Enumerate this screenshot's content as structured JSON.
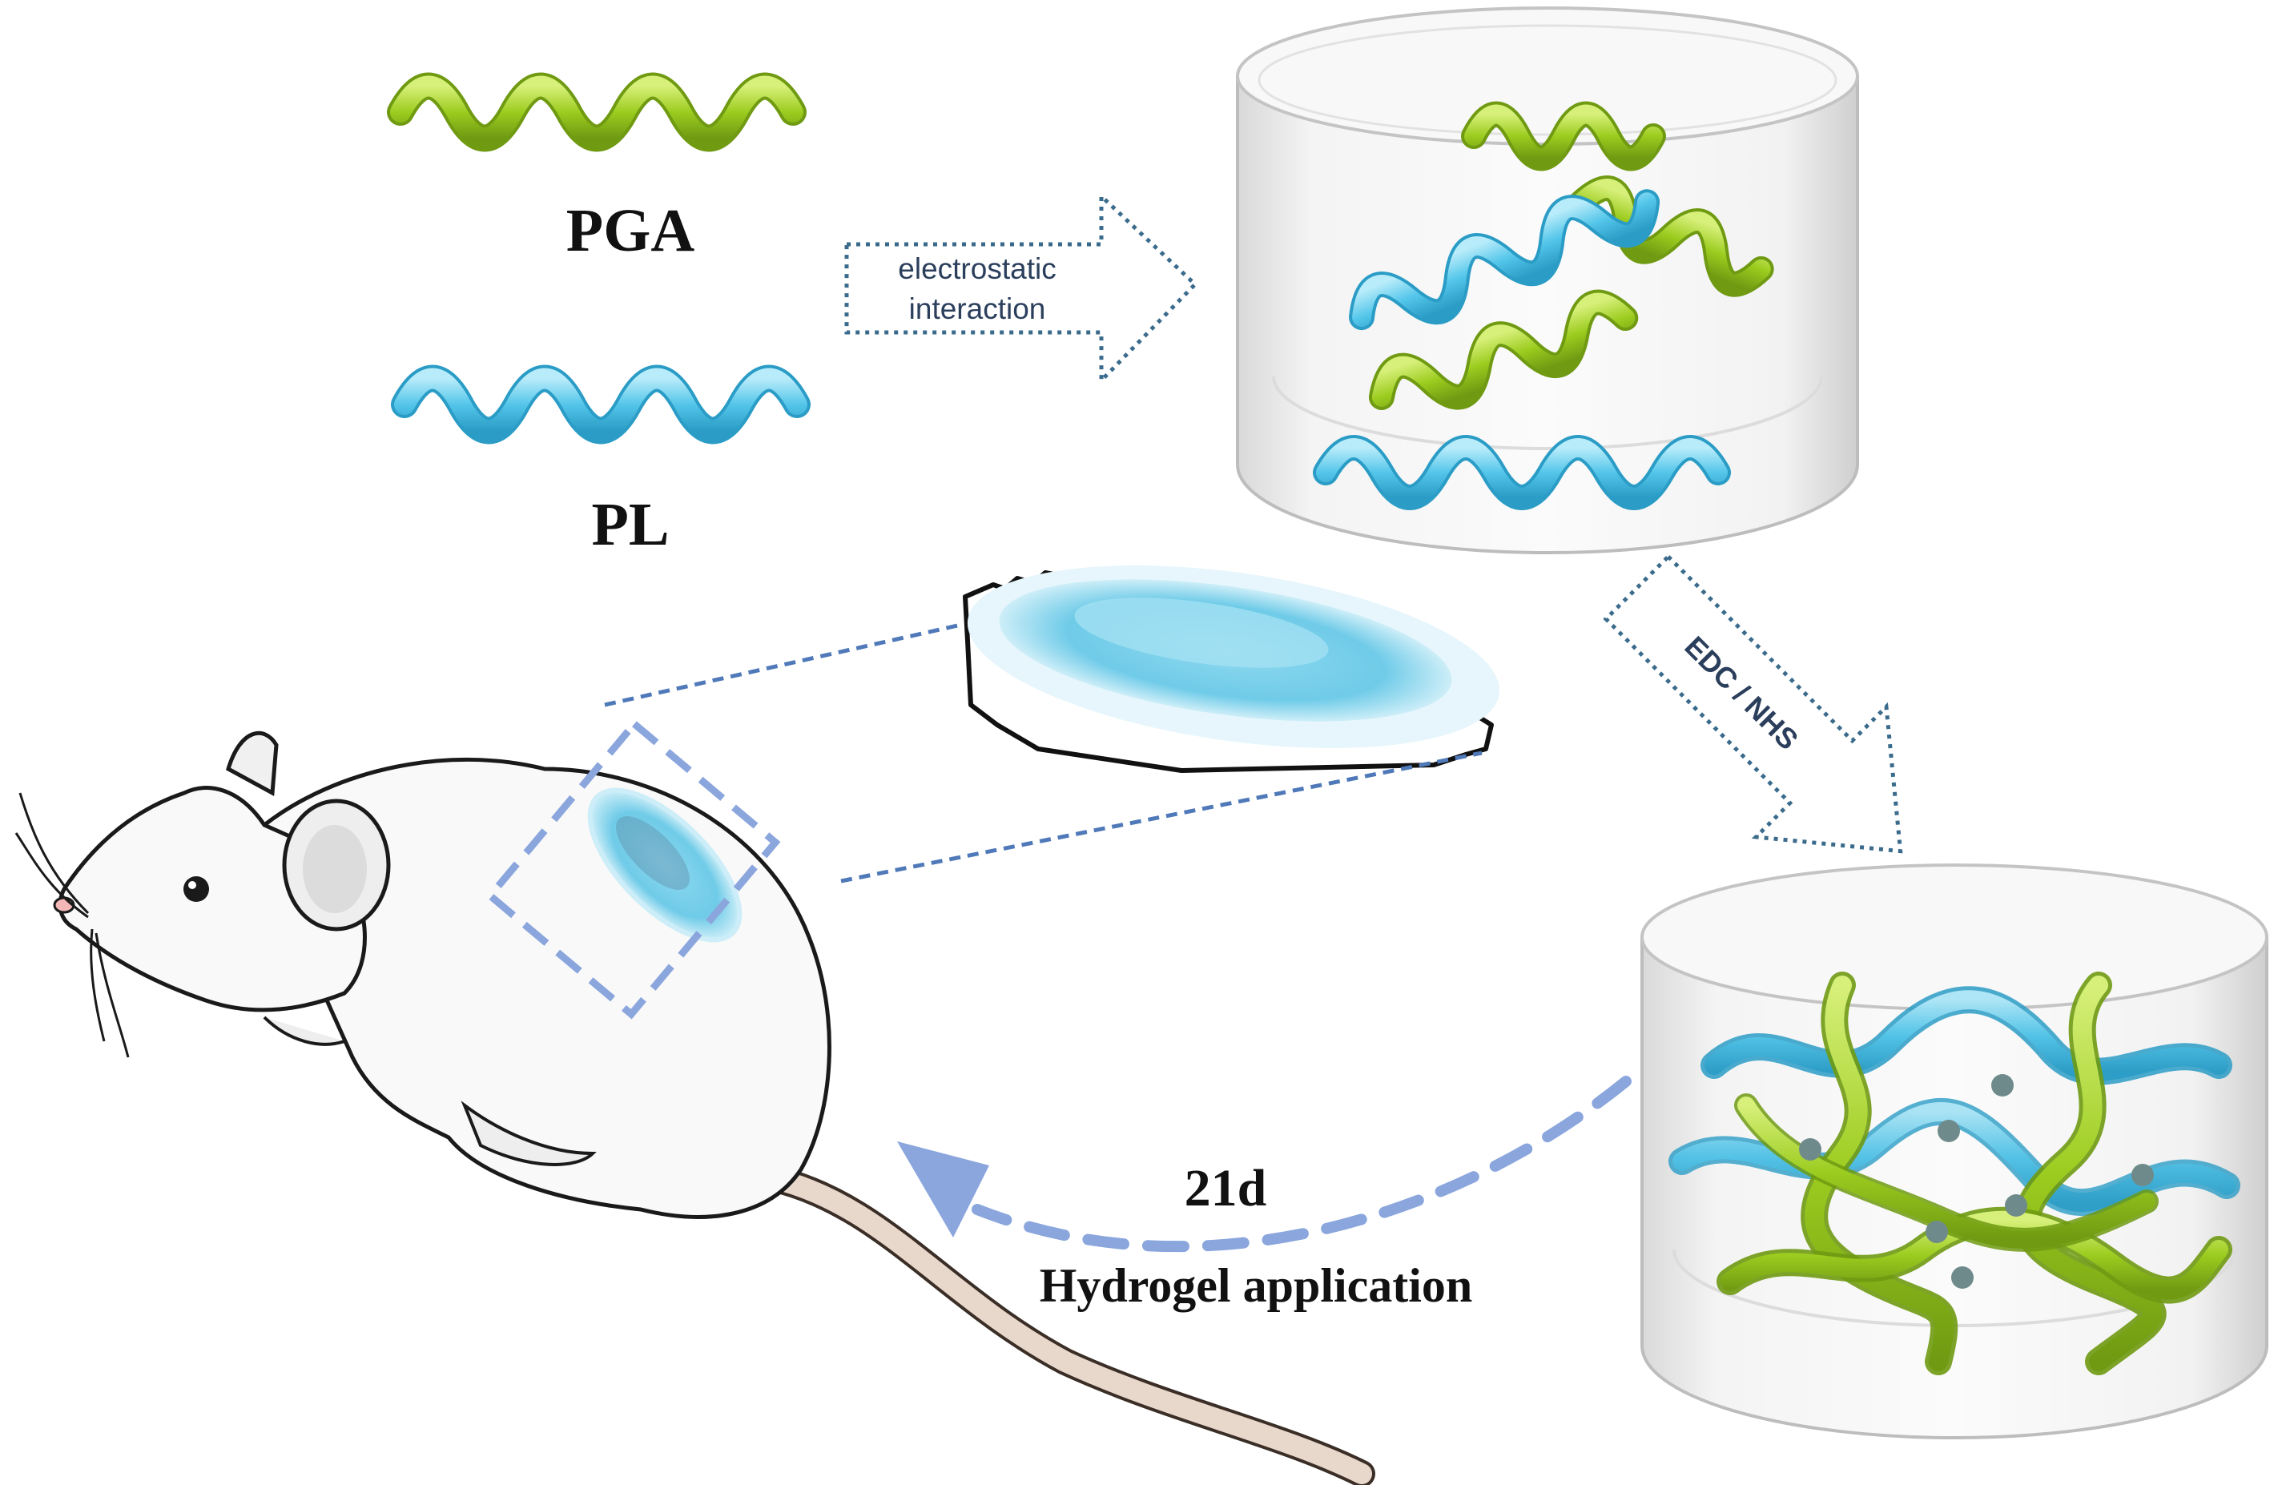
{
  "labels": {
    "pga": "PGA",
    "pl": "PL",
    "arrow1_line1": "electrostatic",
    "arrow1_line2": "interaction",
    "arrow2": "EDC / NHS",
    "days": "21d",
    "application": "Hydrogel application"
  },
  "colors": {
    "pga_green": "#9ccc1f",
    "pl_blue": "#54c6ea",
    "arrow_dotted": "#3b6b8c",
    "dashed_blue": "#8aa6dd",
    "crosslink_gray": "#6f8a8a",
    "outline": "#1a1a1a"
  },
  "icons": {
    "pga_strand": "green-helix-icon",
    "pl_strand": "blue-helix-icon",
    "container": "transparent-cylinder-icon",
    "animal": "rat-icon",
    "tissue": "skin-section-icon"
  }
}
